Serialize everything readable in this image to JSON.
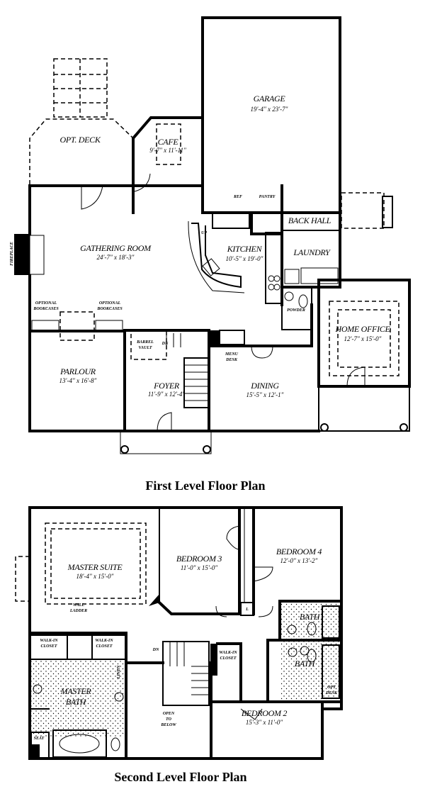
{
  "first_level": {
    "title": "First Level Floor Plan",
    "rooms": {
      "garage": {
        "name": "GARAGE",
        "dims": "19'-4\" x 23'-7\""
      },
      "opt_deck": {
        "name": "OPT. DECK"
      },
      "cafe": {
        "name": "CAFE",
        "dims": "9'-7\" x 11'-11\""
      },
      "gathering_room": {
        "name": "GATHERING ROOM",
        "dims": "24'-7\" x 18'-3\""
      },
      "kitchen": {
        "name": "KITCHEN",
        "dims": "10'-5\" x 19'-0\""
      },
      "back_hall": {
        "name": "BACK HALL"
      },
      "laundry": {
        "name": "LAUNDRY"
      },
      "powder": {
        "name": "POWDER"
      },
      "home_office": {
        "name": "HOME OFFICE",
        "dims": "12'-7\" x 15'-0\""
      },
      "parlour": {
        "name": "PARLOUR",
        "dims": "13'-4\" x 16'-8\""
      },
      "foyer": {
        "name": "FOYER",
        "dims": "11'-9\" x 12'-4\""
      },
      "dining": {
        "name": "DINING",
        "dims": "15'-5\" x 12'-1\""
      }
    },
    "small_labels": {
      "fireplace": "FIREPLACE",
      "bookcases_left_1": "OPTIONAL",
      "bookcases_left_2": "BOOKCASES",
      "bookcases_right_1": "OPTIONAL",
      "bookcases_right_2": "BOOKCASES",
      "barrel_1": "BARREL",
      "barrel_2": "VAULT",
      "dn": "DN",
      "menu_1": "MENU",
      "menu_2": "DESK",
      "ref": "REF",
      "pantry": "PANTRY",
      "up": "UP"
    }
  },
  "second_level": {
    "title": "Second Level Floor Plan",
    "rooms": {
      "master_suite": {
        "name": "MASTER SUITE",
        "dims": "18'-4\" x 15'-0\""
      },
      "bedroom_3": {
        "name": "BEDROOM 3",
        "dims": "11'-0\" x 15'-0\""
      },
      "bedroom_4": {
        "name": "BEDROOM 4",
        "dims": "12'-0\" x 13'-2\""
      },
      "bath_upper": {
        "name": "BATH"
      },
      "bath_lower": {
        "name": "BATH"
      },
      "master_bath_1": {
        "name": "MASTER"
      },
      "master_bath_2": {
        "name": "BATH"
      },
      "bedroom_2": {
        "name": "BEDROOM 2",
        "dims": "15'-3\" x 11'-0\""
      }
    },
    "small_labels": {
      "wall_1": "WALL",
      "wall_2": "LADDER",
      "wic_left_1": "WALK-IN",
      "wic_left_2": "CLOSET",
      "wic_right_1": "WALK-IN",
      "wic_right_2": "CLOSET",
      "wic_hall_1": "WALK-IN",
      "wic_hall_2": "CLOSET",
      "linen": "LINEN",
      "seat": "SEAT",
      "open_1": "OPEN",
      "open_2": "TO",
      "open_3": "BELOW",
      "opt_1": "OPT",
      "opt_2": "DESK",
      "dn": "DN",
      "l": "L"
    }
  }
}
